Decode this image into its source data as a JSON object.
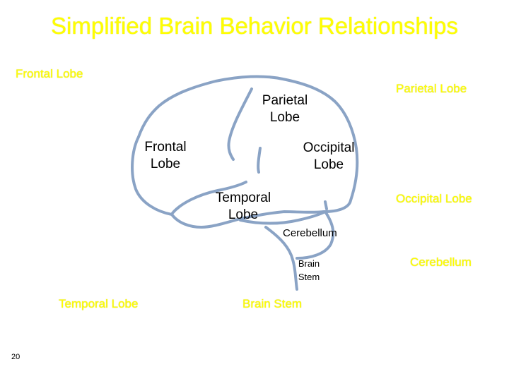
{
  "title": "Simplified Brain Behavior Relationships",
  "outer_labels": {
    "frontal": "Frontal Lobe",
    "parietal": "Parietal Lobe",
    "occipital": "Occipital Lobe",
    "cerebellum": "Cerebellum",
    "temporal": "Temporal Lobe",
    "brain_stem": "Brain Stem"
  },
  "diagram_labels": {
    "parietal_line1": "Parietal",
    "parietal_line2": "Lobe",
    "frontal_line1": "Frontal",
    "frontal_line2": "Lobe",
    "occipital_line1": "Occipital",
    "occipital_line2": "Lobe",
    "temporal_line1": "Temporal",
    "temporal_line2": "Lobe",
    "cerebellum": "Cerebellum",
    "brain_stem_line1": "Brain",
    "brain_stem_line2": "Stem"
  },
  "page_number": "20",
  "colors": {
    "label_yellow": "#ffff00",
    "outline_blue": "#8aa3c5"
  }
}
